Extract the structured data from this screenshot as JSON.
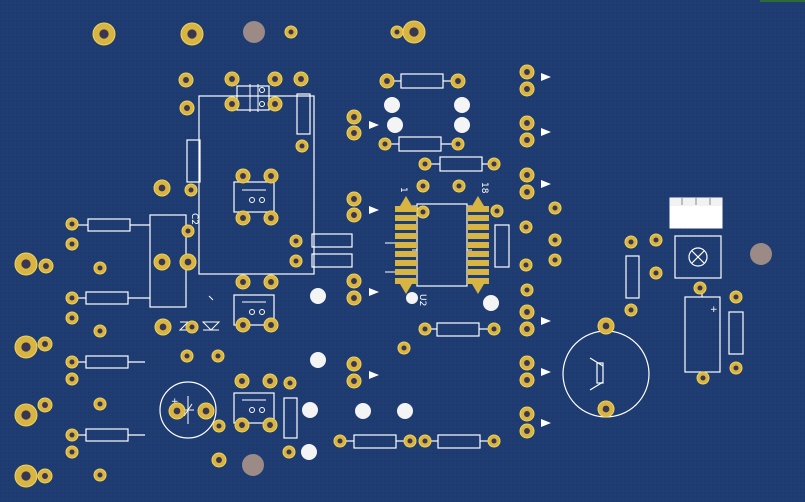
{
  "colors": {
    "board": "#1f3d73",
    "board_dark": "#173262",
    "copper": "#d8b442",
    "copper_ring": "#f2d35a",
    "hole": "#3a3550",
    "silk": "#ffffff",
    "mount_pad": "#9b8a86",
    "edge": "#2d6a3a"
  },
  "labels": {
    "u2_pin1": "1",
    "u2_pin18": "18",
    "u2_ref": "U2",
    "c2_ref": "C2",
    "plus": "+"
  }
}
